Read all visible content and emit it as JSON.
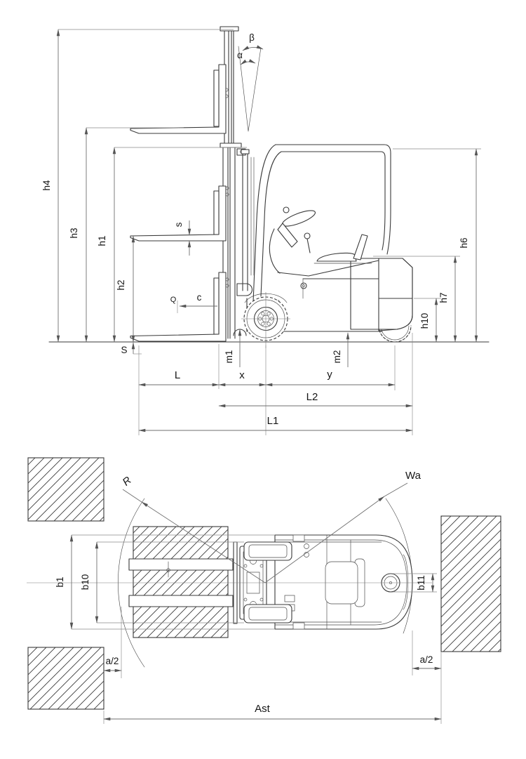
{
  "colors": {
    "line": "#3a3a3a",
    "dimension": "#6f6f6f",
    "background": "#ffffff",
    "text": "#161616"
  },
  "side_view": {
    "labels": {
      "h1": "h1",
      "h2": "h2",
      "h3": "h3",
      "h4": "h4",
      "h6": "h6",
      "h7": "h7",
      "h10": "h10",
      "alpha": "α",
      "beta": "β",
      "s_small": "s",
      "s_cap": "S",
      "q": "Q",
      "c": "c",
      "m1": "m1",
      "m2": "m2",
      "l": "L",
      "x": "x",
      "y": "y",
      "l2": "L2",
      "l1": "L1"
    }
  },
  "top_view": {
    "labels": {
      "r": "R",
      "wa": "Wa",
      "b1": "b1",
      "b10": "b10",
      "b11": "b11",
      "a_half_left": "a/2",
      "a_half_right": "a/2",
      "ast": "Ast"
    }
  }
}
